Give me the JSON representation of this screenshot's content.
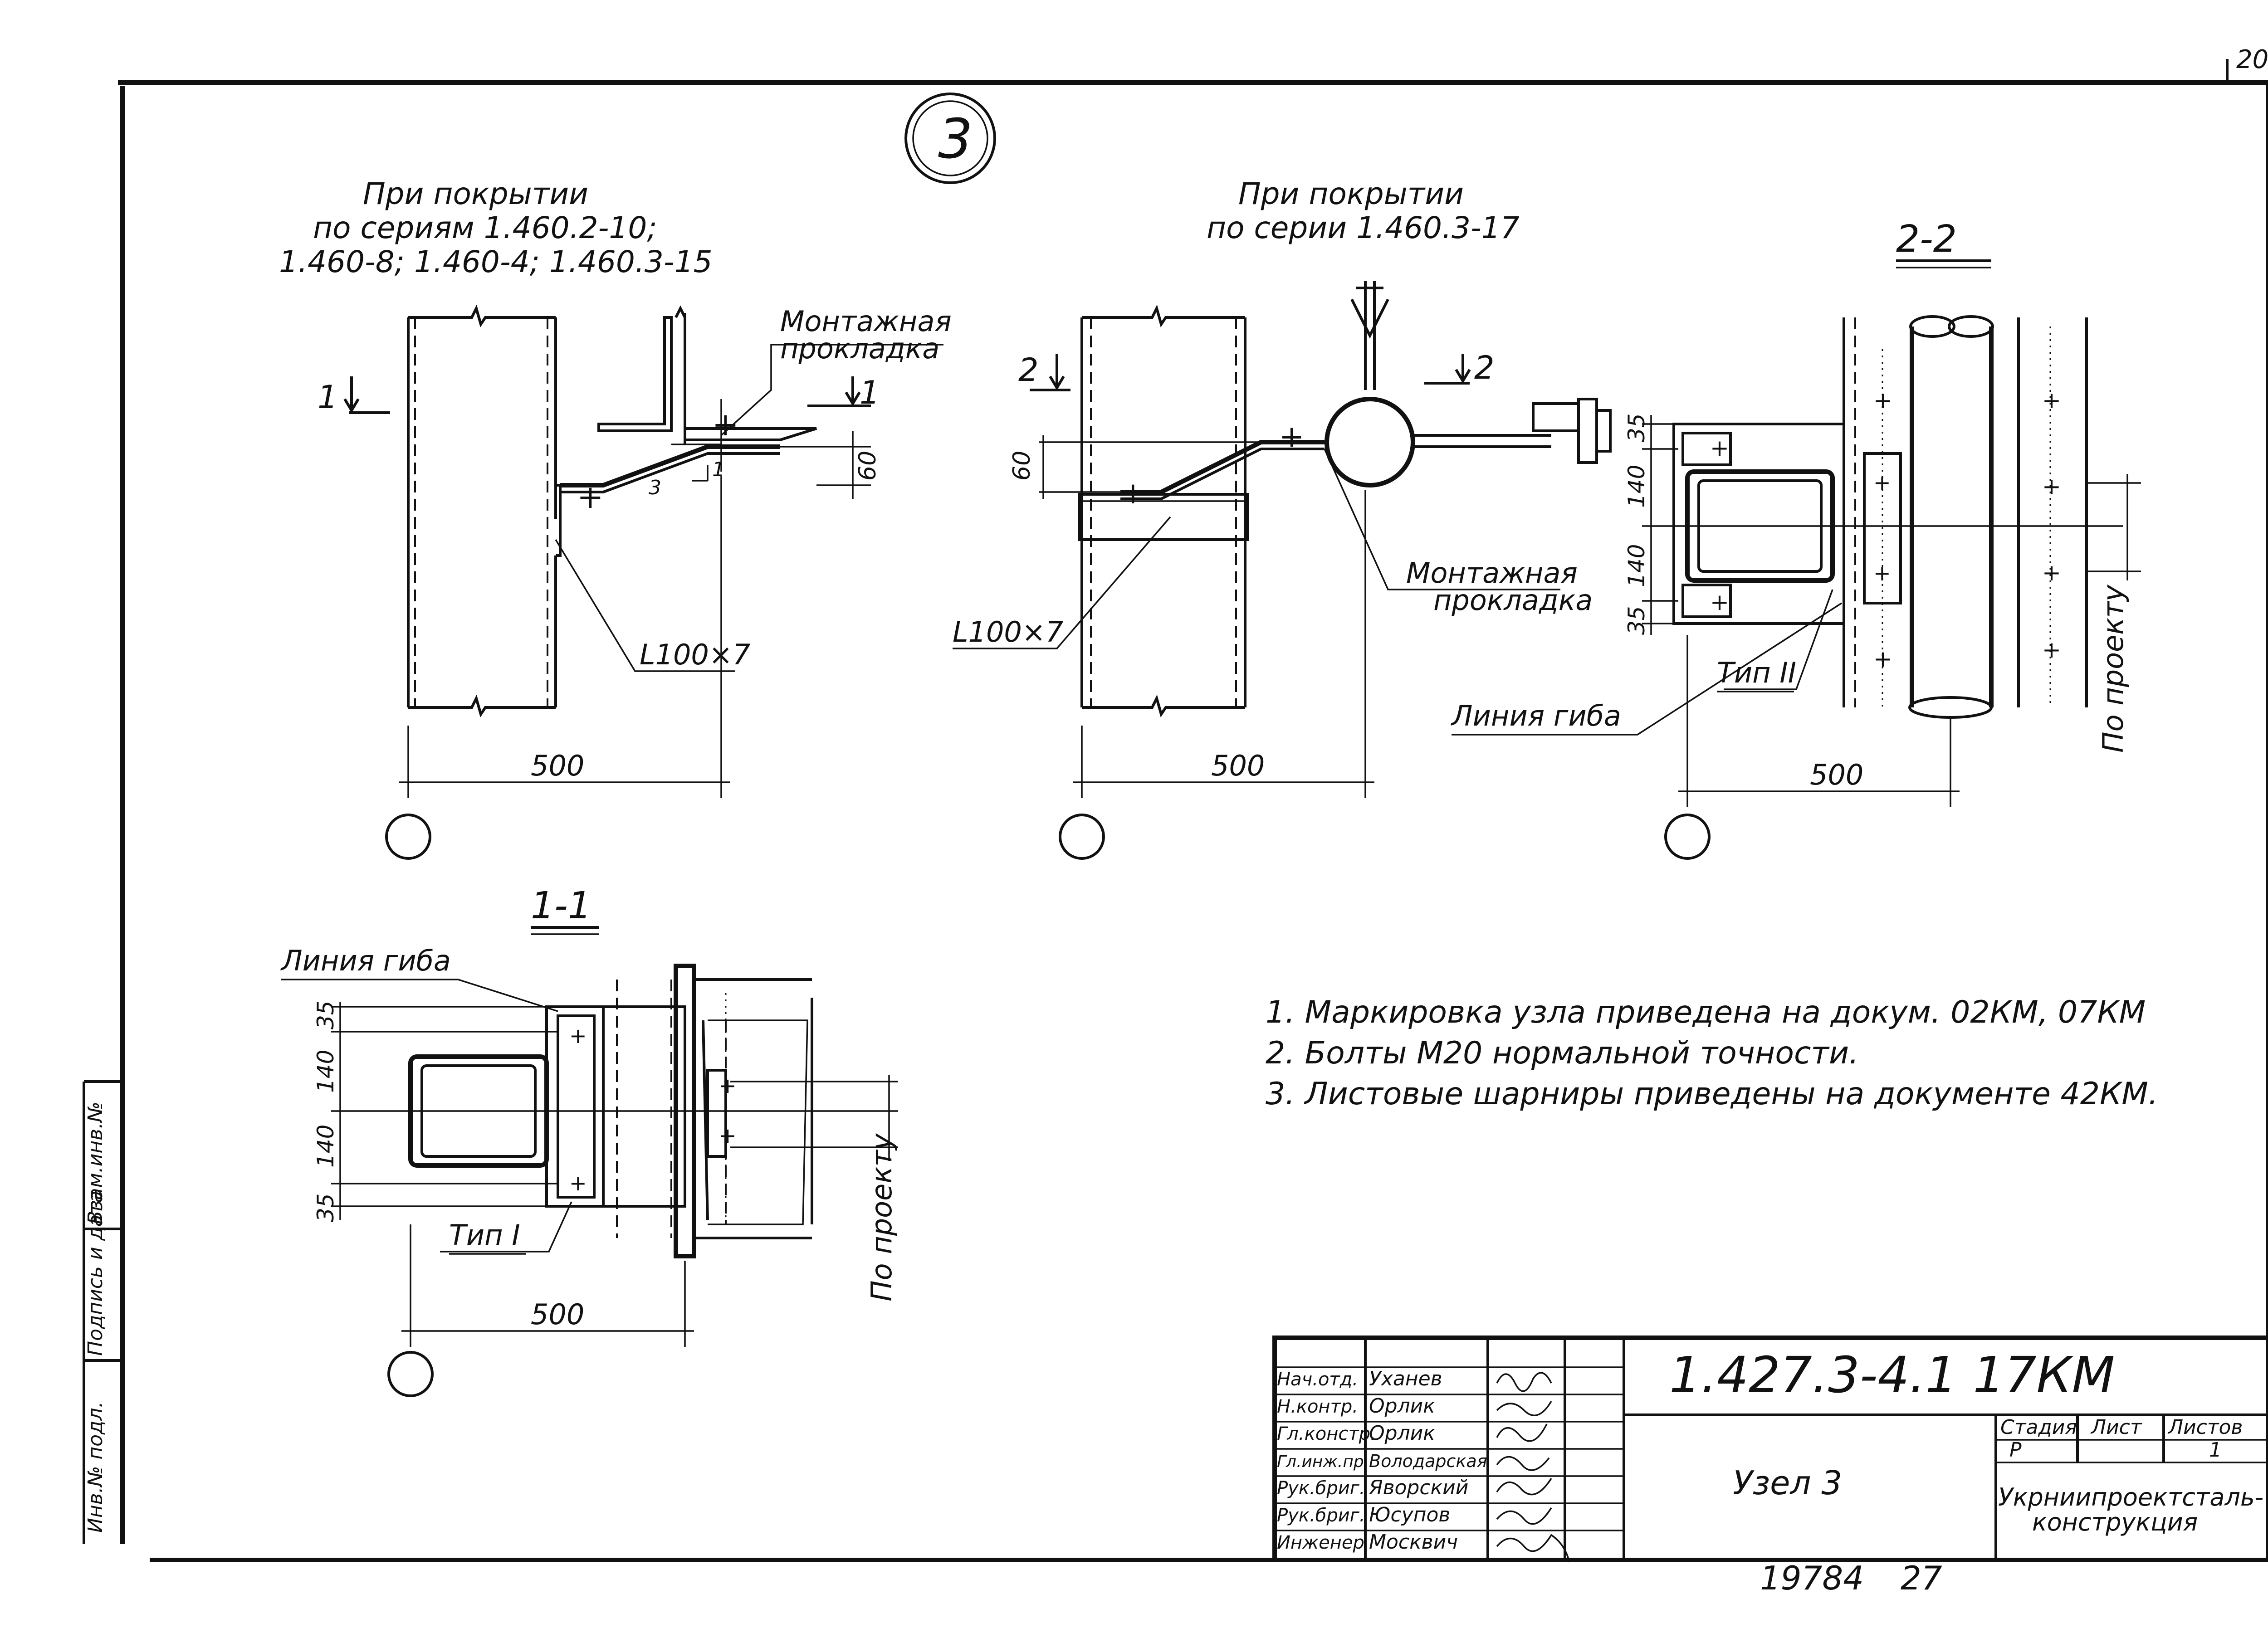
{
  "page_number": "20",
  "node_number": "3",
  "view1": {
    "title_l1": "При покрытии",
    "title_l2": "по сериям 1.460.2-10;",
    "title_l3": "1.460-8; 1.460-4; 1.460.3-15",
    "pad_label_l1": "Монтажная",
    "pad_label_l2": "прокладка",
    "section_mark": "1",
    "dim_60": "60",
    "slope_3": "3",
    "slope_1": "1",
    "angle_label": "L100×7",
    "dim_500": "500"
  },
  "view2": {
    "title_l1": "При покрытии",
    "title_l2": "по серии 1.460.3-17",
    "section_mark": "2",
    "dim_60": "60",
    "pad_label_l1": "Монтажная",
    "pad_label_l2": "прокладка",
    "angle_label": "L100×7",
    "dim_500": "500"
  },
  "section22": {
    "title": "2-2",
    "dim_35a": "35",
    "dim_140a": "140",
    "dim_140b": "140",
    "dim_35b": "35",
    "type_label": "Тип II",
    "bend_line": "Линия гиба",
    "by_project": "По проекту",
    "dim_500": "500"
  },
  "section11": {
    "title": "1-1",
    "bend_line": "Линия гиба",
    "dim_35a": "35",
    "dim_140a": "140",
    "dim_140b": "140",
    "dim_35b": "35",
    "type_label": "Тип I",
    "by_project": "По проекту",
    "dim_500": "500"
  },
  "notes": [
    "1. Маркировка узла приведена на докум. 02КМ, 07КМ",
    "2. Болты М20 нормальной точности.",
    "3. Листовые шарниры приведены на документе 42КМ."
  ],
  "side_stamp": {
    "inv": "Инв.№ подл.",
    "sign": "Подпись и дата",
    "replace": "Взам.инв.№"
  },
  "title_block": {
    "roles": [
      {
        "role": "Нач.отд.",
        "name": "Уханев"
      },
      {
        "role": "Н.контр.",
        "name": "Орлик"
      },
      {
        "role": "Гл.констр.",
        "name": "Орлик"
      },
      {
        "role": "Гл.инж.пр.",
        "name": "Володарская"
      },
      {
        "role": "Рук.бриг.",
        "name": "Яворский"
      },
      {
        "role": "Рук.бриг.",
        "name": "Юсупов"
      },
      {
        "role": "Инженер",
        "name": "Москвич"
      }
    ],
    "doc_code": "1.427.3-4.1   17КМ",
    "sheet_name": "Узел 3",
    "stage_header": "Стадия",
    "sheet_header": "Лист",
    "sheets_header": "Листов",
    "stage": "Р",
    "sheet": "",
    "sheets": "1",
    "org_l1": "Укрниипроектсталь-",
    "org_l2": "конструкция"
  },
  "archive_no": "19784",
  "archive_no2": "27"
}
